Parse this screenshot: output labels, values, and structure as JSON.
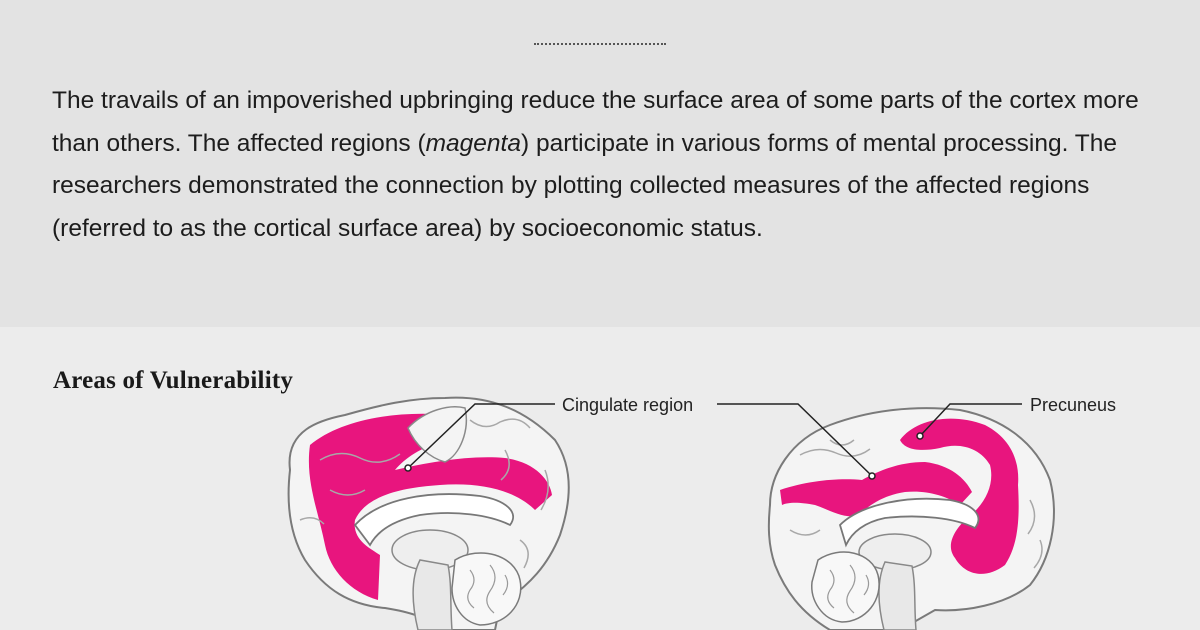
{
  "header": {
    "title": "",
    "intro_part1": "The travails of an impoverished upbringing reduce the surface area of some parts of the cortex more than others. The affected regions (",
    "intro_emphasis": "magenta",
    "intro_part2": ") participate in various forms of mental processing. The researchers demonstrated the connection by plotting collected measures of the affected regions (referred to as the cortical surface area) by socioeconomic status."
  },
  "figure": {
    "heading": "Areas of Vulnerability",
    "callouts": {
      "cingulate": "Cingulate region",
      "precuneus": "Precuneus"
    }
  },
  "colors": {
    "highlight": "#e8157e",
    "brain_fill": "#f4f4f4",
    "brain_outline": "#7a7a7a",
    "background": "#ececec",
    "band": "#e3e3e3"
  }
}
